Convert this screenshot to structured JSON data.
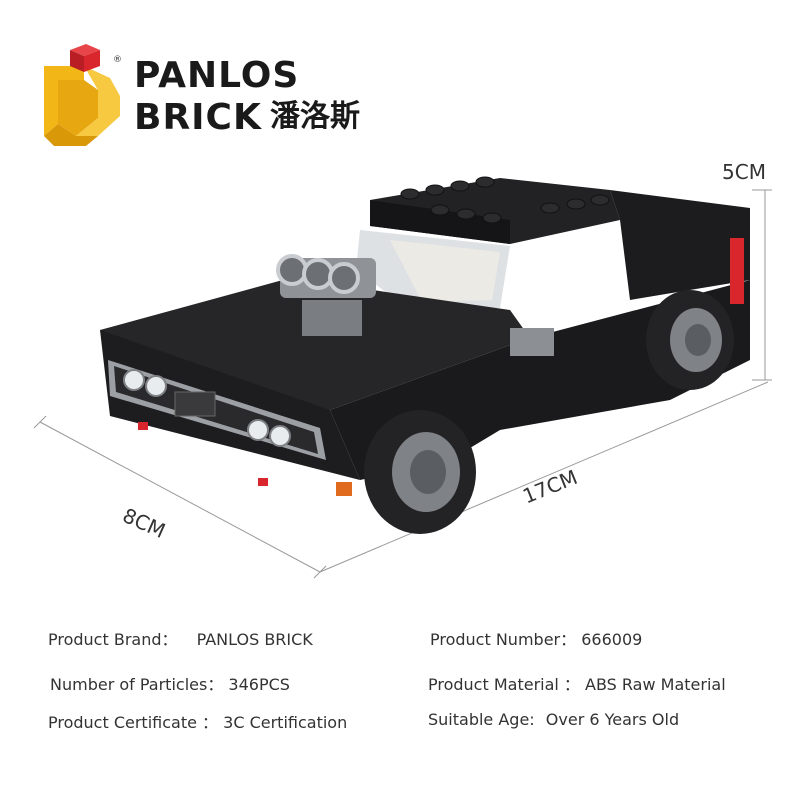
{
  "brand": {
    "name_line1": "PANLOS",
    "name_line2": "BRICK",
    "name_cn": "潘洛斯",
    "registered_mark": "®",
    "colors": {
      "logo_yellow": "#f2b617",
      "logo_red": "#d9262c",
      "text": "#1a1a1a"
    }
  },
  "dimensions": {
    "height": "5CM",
    "width": "8CM",
    "length": "17CM"
  },
  "product_image": {
    "subject": "black-brick-muscle-car-icon",
    "colors": {
      "body": "#1f1f21",
      "accent": "#d9262c",
      "chrome": "#c9ccd0",
      "tire": "#2a2a2c"
    }
  },
  "specs": [
    {
      "label": "Product Brand：",
      "value": "PANLOS BRICK"
    },
    {
      "label": "Product Number：",
      "value": "666009"
    },
    {
      "label": "Number of Particles：",
      "value": "346PCS"
    },
    {
      "label": "Product Material ：",
      "value": "ABS Raw Material"
    },
    {
      "label": "Product Certificate ：",
      "value": "3C Certification"
    },
    {
      "label": "Suitable  Age:",
      "value": "Over 6 Years Old"
    }
  ]
}
